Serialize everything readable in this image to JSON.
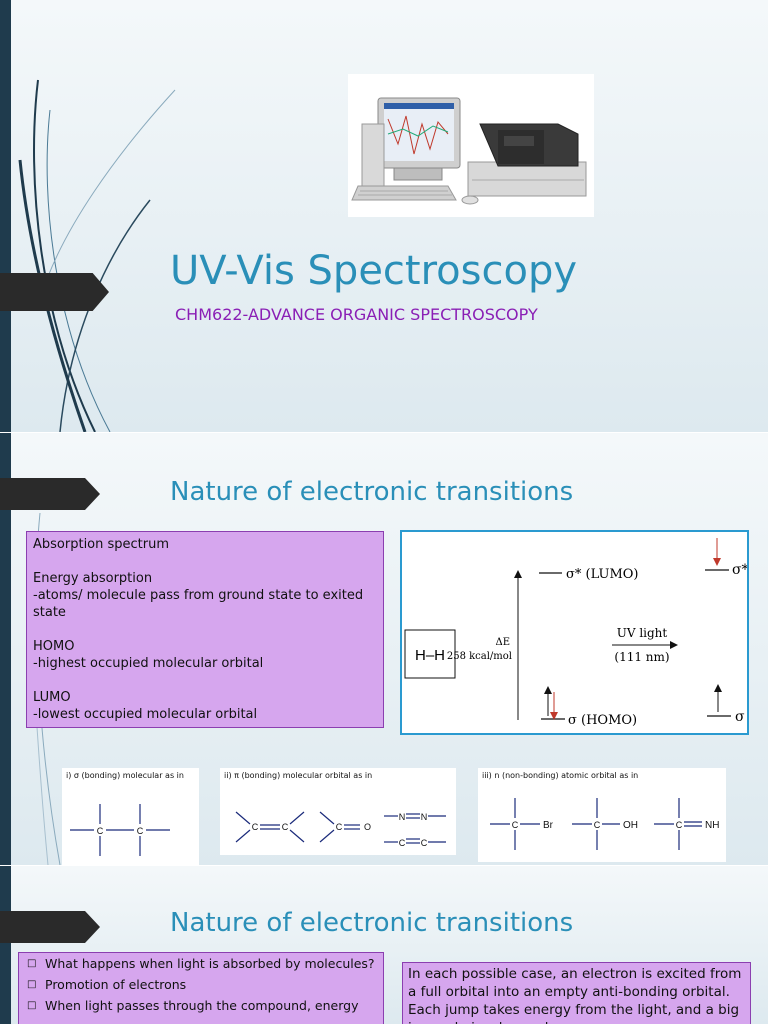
{
  "slide1": {
    "title": "UV-Vis Spectroscopy",
    "subtitle": "CHM622-ADVANCE ORGANIC SPECTROSCOPY"
  },
  "slide2": {
    "title": "Nature of electronic transitions",
    "info_box": {
      "lines": [
        "Absorption spectrum",
        "",
        "Energy absorption",
        "-atoms/ molecule pass from ground state to exited state",
        "",
        "HOMO",
        "-highest occupied molecular orbital",
        "",
        "LUMO",
        "-lowest occupied molecular orbital"
      ]
    },
    "diagram": {
      "molecule": "H–H",
      "delta_e": "ΔE",
      "energy": "258 kcal/mol",
      "lumo": "σ* (LUMO)",
      "homo": "σ (HOMO)",
      "uv_light": "UV light",
      "wavelength": "(111 nm)",
      "sigma_star": "σ*",
      "sigma": "σ"
    },
    "orbitals": [
      {
        "caption": "i) σ (bonding) molecular as in"
      },
      {
        "caption": "ii) π (bonding) molecular orbital as in"
      },
      {
        "caption": "iii) n (non-bonding) atomic orbital as in"
      }
    ],
    "labels": {
      "c": "C",
      "o": "O",
      "n": "N",
      "br": "Br",
      "oh": "OH",
      "nh": "NH"
    }
  },
  "slide3": {
    "title": "Nature of electronic transitions",
    "bullets": [
      "What happens when light is absorbed by molecules?",
      "Promotion of electrons",
      "When light passes through the compound, energy"
    ],
    "right_text": "In each possible case, an electron is excited from a full orbital into an empty anti-bonding orbital. Each jump takes energy from the light, and a big jump obviously needs more energy"
  },
  "colors": {
    "title_blue": "#2a8fb8",
    "subtitle_purple": "#8a1fb5",
    "box_purple": "#d6a6ee",
    "diagram_border": "#2a9ad0",
    "dark_bar": "#1f3b4d"
  }
}
